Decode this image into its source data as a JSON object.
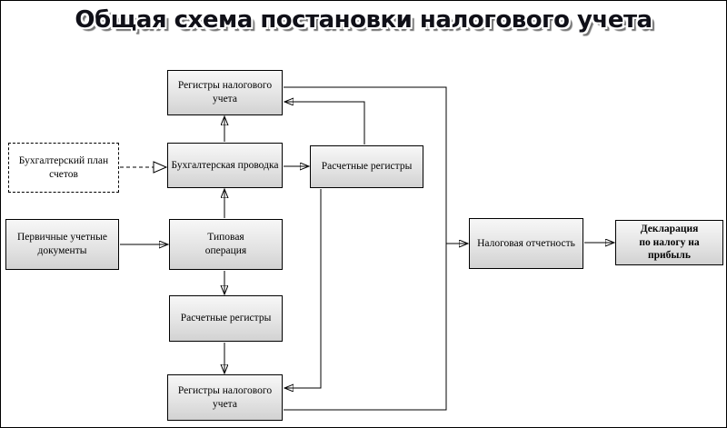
{
  "title": "Общая схема постановки налогового учета",
  "nodes": {
    "tax_registers_top": {
      "label": "Регистры налогового\nучета"
    },
    "chart_of_accounts": {
      "label": "Бухгалтерский план\nсчетов"
    },
    "accounting_entry": {
      "label": "Бухгалтерская проводка"
    },
    "calc_registers_right": {
      "label": "Расчетные регистры"
    },
    "primary_documents": {
      "label": "Первичные учетные\nдокументы"
    },
    "typical_operation": {
      "label": "Типовая\nоперация"
    },
    "calc_registers_middle": {
      "label": "Расчетные регистры"
    },
    "tax_registers_bottom": {
      "label": "Регистры налогового\nучета"
    },
    "tax_reporting": {
      "label": "Налоговая отчетность"
    },
    "declaration": {
      "label": "Декларация\nпо налогу на прибыль"
    }
  },
  "edges": [
    {
      "from": "chart_of_accounts",
      "to": "accounting_entry",
      "style": "dashed-hollow-arrow"
    },
    {
      "from": "primary_documents",
      "to": "typical_operation",
      "style": "solid"
    },
    {
      "from": "typical_operation",
      "to": "accounting_entry",
      "style": "solid"
    },
    {
      "from": "accounting_entry",
      "to": "tax_registers_top",
      "style": "solid"
    },
    {
      "from": "accounting_entry",
      "to": "calc_registers_right",
      "style": "solid"
    },
    {
      "from": "calc_registers_right",
      "to": "tax_registers_top",
      "style": "solid"
    },
    {
      "from": "calc_registers_right",
      "to": "tax_registers_bottom",
      "style": "solid"
    },
    {
      "from": "typical_operation",
      "to": "calc_registers_middle",
      "style": "solid"
    },
    {
      "from": "calc_registers_middle",
      "to": "tax_registers_bottom",
      "style": "solid"
    },
    {
      "from": "tax_registers_top",
      "to": "tax_reporting",
      "style": "solid"
    },
    {
      "from": "tax_registers_bottom",
      "to": "tax_reporting",
      "style": "solid"
    },
    {
      "from": "tax_reporting",
      "to": "declaration",
      "style": "solid"
    }
  ],
  "colors": {
    "background": "#ffffff",
    "frame": "#000000",
    "node_border": "#000000",
    "node_fill": "#e6e6e6",
    "connector": "#000000"
  }
}
